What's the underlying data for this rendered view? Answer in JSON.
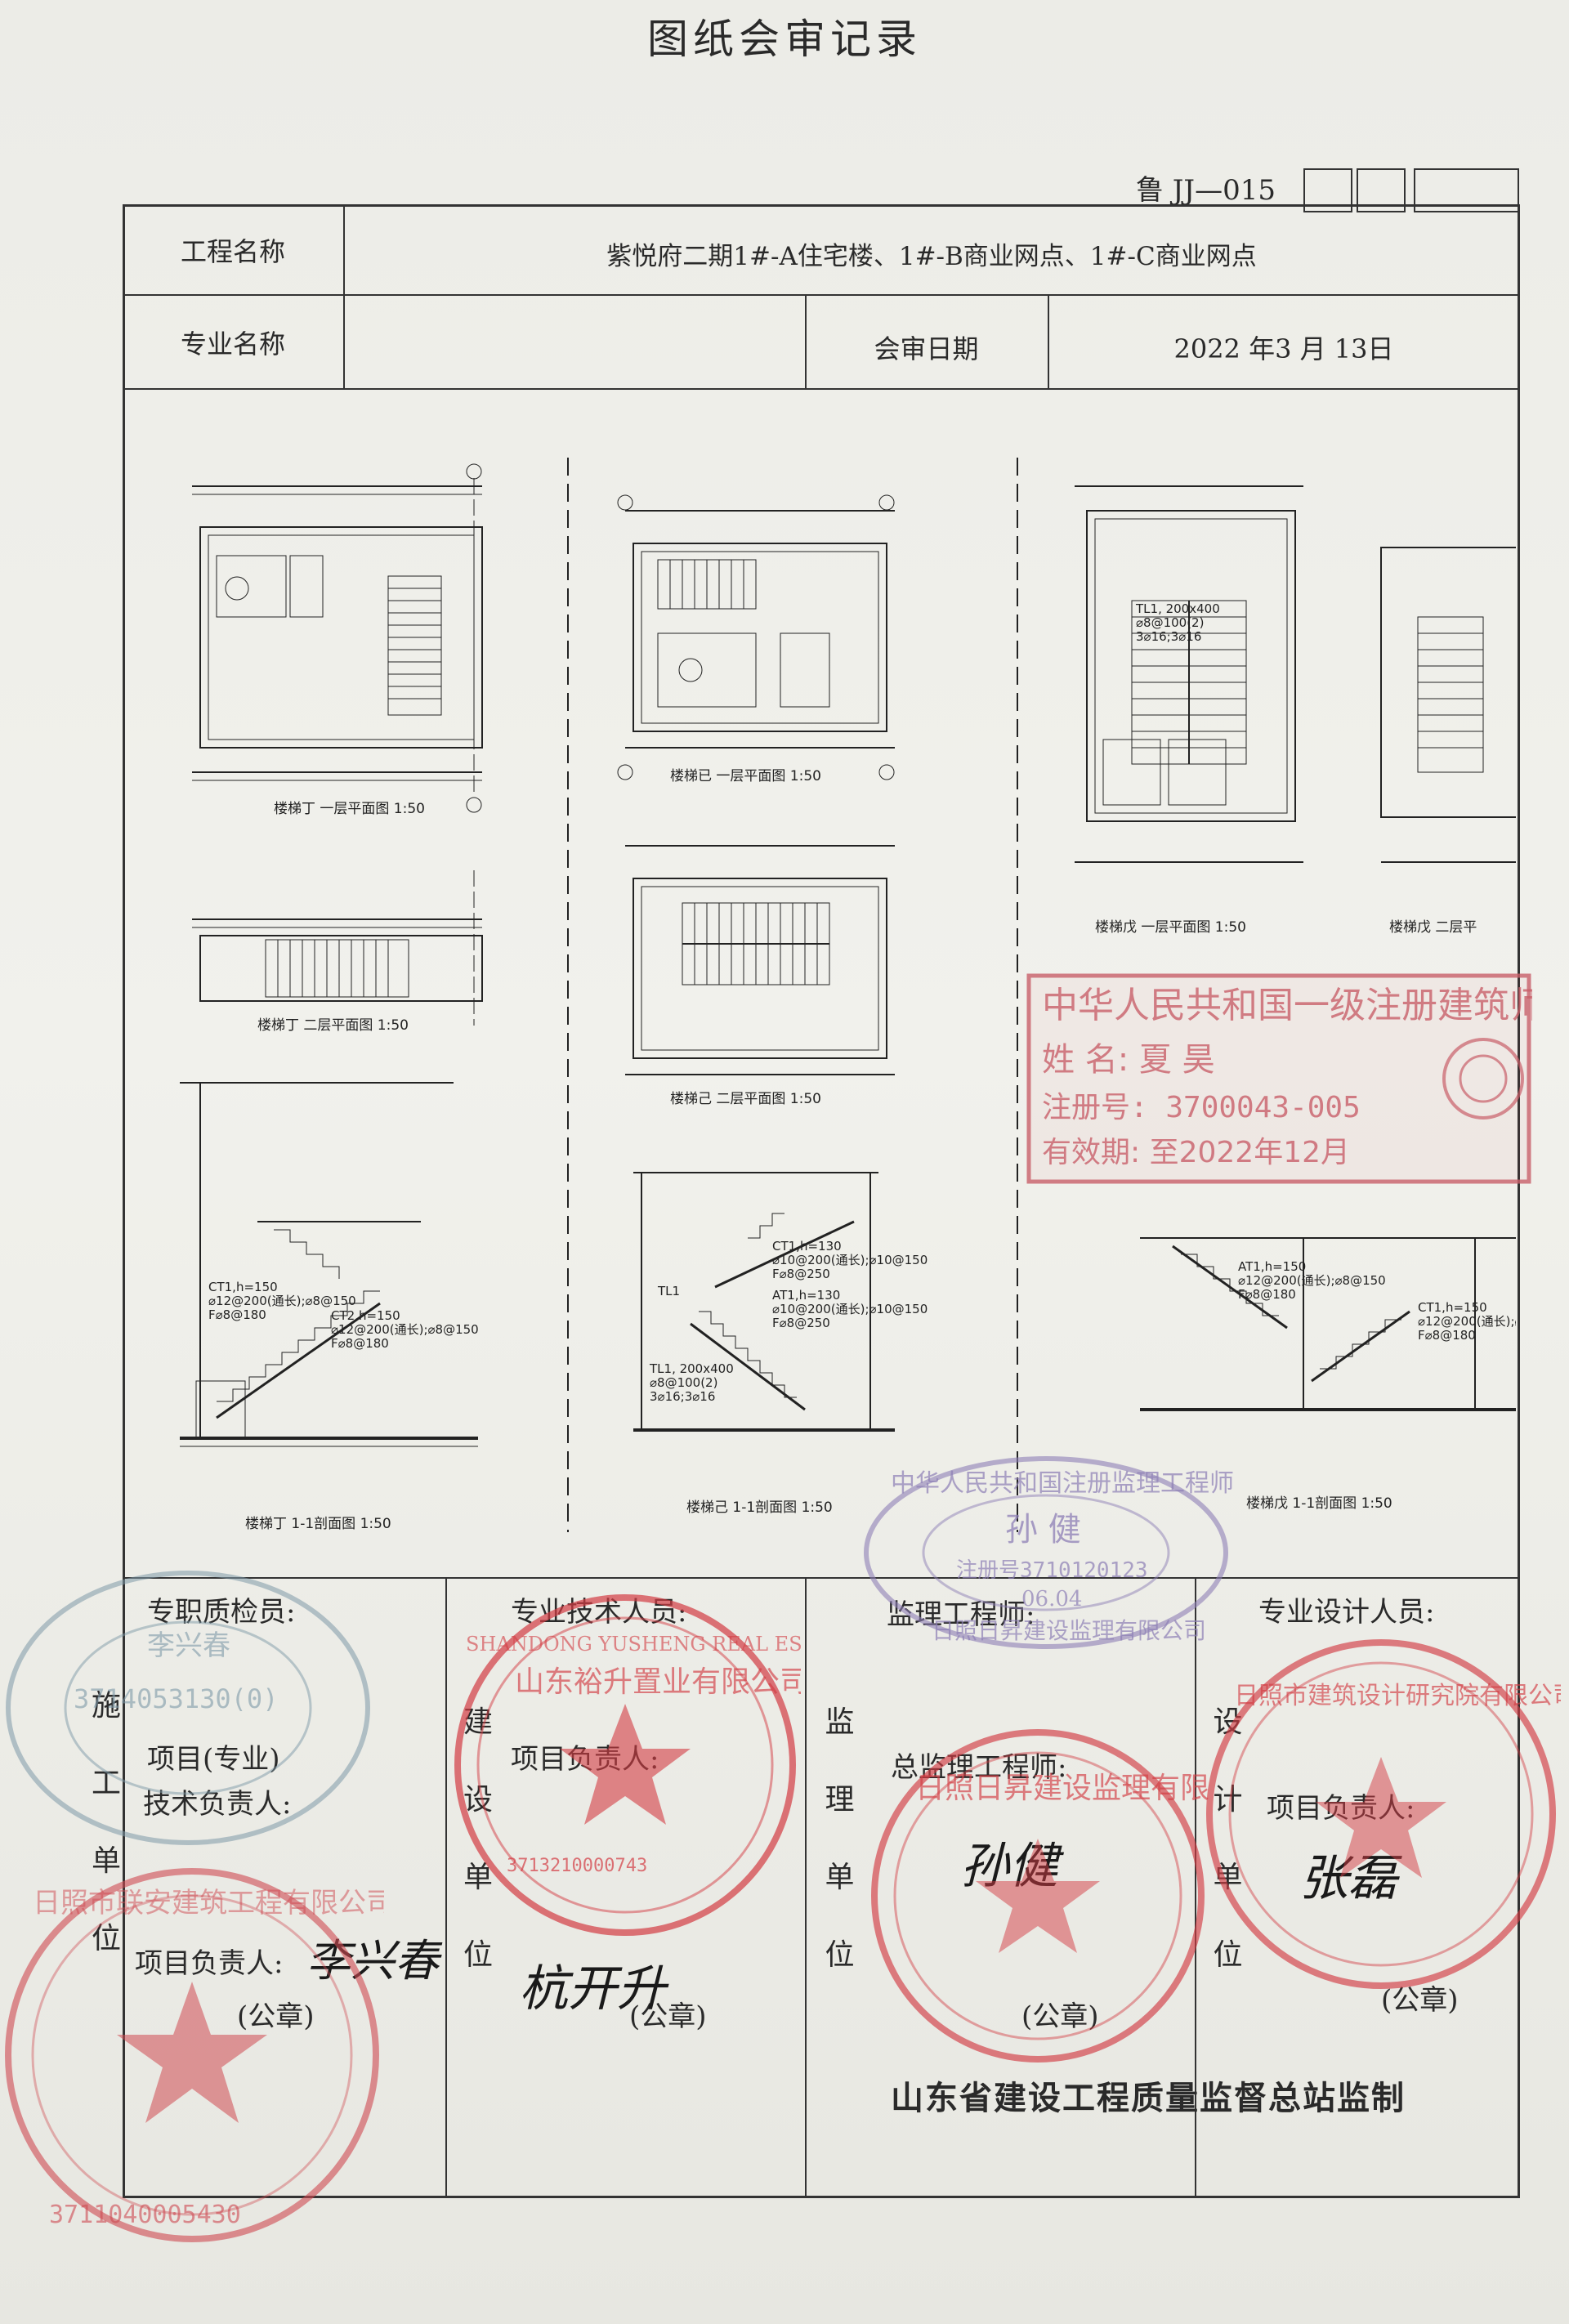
{
  "document": {
    "title": "图纸会审记录",
    "form_code": "鲁 JJ—015"
  },
  "header": {
    "project_label": "工程名称",
    "project_value": "紫悦府二期1#-A住宅楼、1#-B商业网点、1#-C商业网点",
    "specialty_label": "专业名称",
    "specialty_value": "",
    "date_label": "会审日期",
    "date_value": "2022  年3  月  13日"
  },
  "drawings": {
    "panel_1": [
      "楼梯丁 一层平面图 1:50",
      "楼梯丁 二层平面图 1:50",
      "楼梯丁 1-1剖面图 1:50"
    ],
    "panel_2": [
      "楼梯已 一层平面图 1:50",
      "楼梯己 二层平面图 1:50",
      "楼梯己 1-1剖面图 1:50"
    ],
    "panel_3": [
      "楼梯戊 一层平面图 1:50",
      "楼梯戊 二层平",
      "楼梯戊 1-1剖面图 1:50"
    ],
    "annotations": {
      "tl1_spec": [
        "TL1, 200x400",
        "⌀8@100(2)",
        "3⌀16;3⌀16"
      ],
      "at1_spec": [
        "AT1,h=150",
        "⌀12@200(通长);⌀8@150",
        "F⌀8@180"
      ],
      "ct1_spec": [
        "CT1,h=150",
        "⌀12@200(通长);⌀8@150",
        "F⌀8@180"
      ],
      "ct2_spec": [
        "CT2,h=150",
        "⌀12@200(通长);⌀8@150",
        "F⌀8@180"
      ],
      "ct1b_spec": [
        "CT1,h=130",
        "⌀10@200(通长);⌀10@150",
        "F⌀8@250"
      ],
      "at1b_spec": [
        "AT1,h=130",
        "⌀10@200(通长);⌀10@150",
        "F⌀8@250"
      ]
    }
  },
  "architect_seal": {
    "line1": "中华人民共和国一级注册建筑师",
    "name": "姓  名:  夏  昊",
    "reg_no": "注册号: 3700043-005",
    "valid": "有效期: 至2022年12月"
  },
  "supervisor_seal": {
    "org": "中华人民共和国注册监理工程师",
    "name": "孙 健",
    "reg_no": "注册号3710120123",
    "date": "06.04",
    "org2": "日照日昇建设监理有限公司"
  },
  "signatures": {
    "construction_unit": {
      "label": "施工单位",
      "quality_inspector": "专职质检员:",
      "tech_lead": "项目(专业)",
      "tech_lead2": "技术负责人:",
      "project_manager": "项目负责人:",
      "seal": "(公章)",
      "signature": "李兴春",
      "seal_name": "日照市联安建筑工程有限公司",
      "seal_inspector": "李兴春",
      "seal_inspector_no": "3714053130(0)",
      "seal_number": "3711040005430"
    },
    "owner_unit": {
      "label": "建设单位",
      "tech_staff": "专业技术人员:",
      "project_manager": "项目负责人:",
      "seal": "(公章)",
      "signature": "杭开升",
      "seal_name": "山东裕升置业有限公司",
      "seal_name_en": "SHANDONG YUSHENG REAL ESTATE CO.,LTD",
      "seal_number": "3713210000743"
    },
    "supervision_unit": {
      "label": "监理单位",
      "engineer": "监理工程师:",
      "chief_engineer": "总监理工程师:",
      "seal": "(公章)",
      "signature": "孙健",
      "seal_name": "日照日昇建设监理有限公司"
    },
    "design_unit": {
      "label": "设计单位",
      "designer": "专业设计人员:",
      "project_manager": "项目负责人:",
      "seal": "(公章)",
      "signature": "张磊",
      "seal_name": "日照市建筑设计研究院有限公司"
    }
  },
  "footer": "山东省建设工程质量监督总站监制"
}
